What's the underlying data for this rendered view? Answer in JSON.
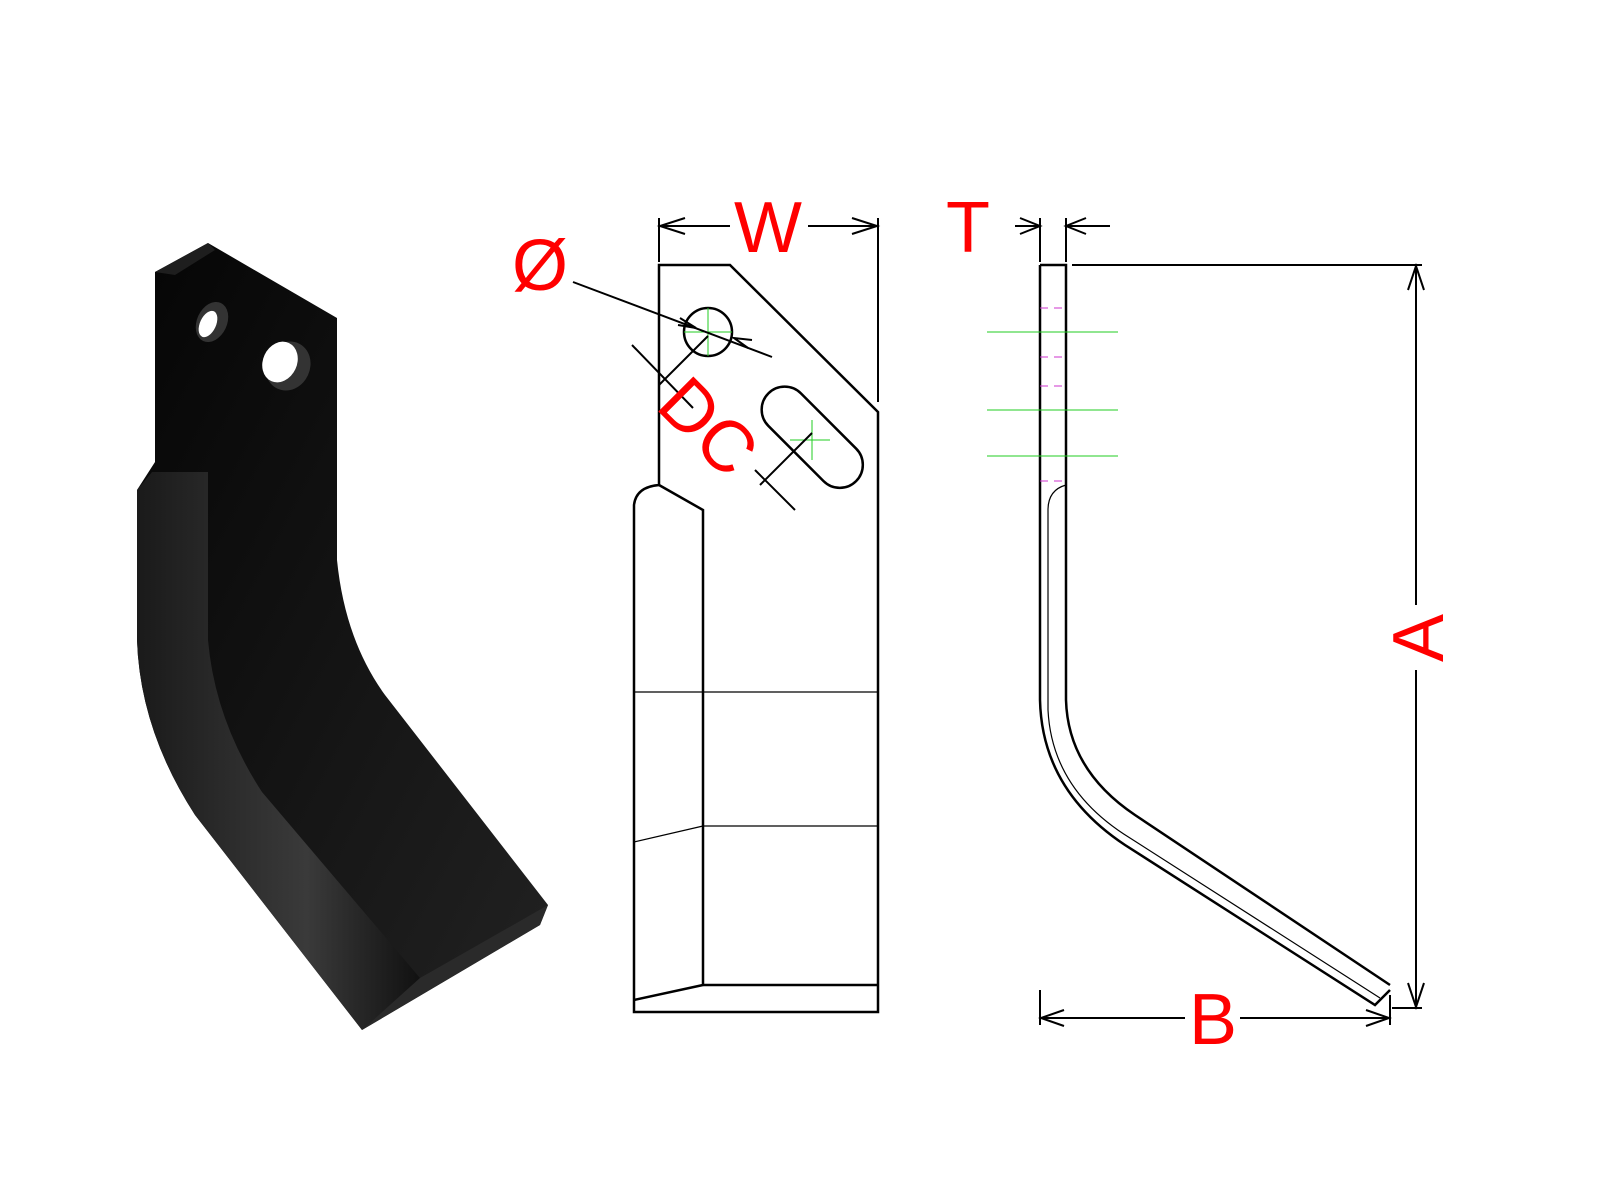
{
  "labels": {
    "width": "W",
    "hole_diameter": "Ø",
    "hole_distance": "DC",
    "thickness": "T",
    "height": "A",
    "offset": "B"
  },
  "colors": {
    "label": "#ff0000",
    "centerline": "#22cc22",
    "hidden_line": "#cc33cc",
    "blade": "#0a0a0a"
  }
}
